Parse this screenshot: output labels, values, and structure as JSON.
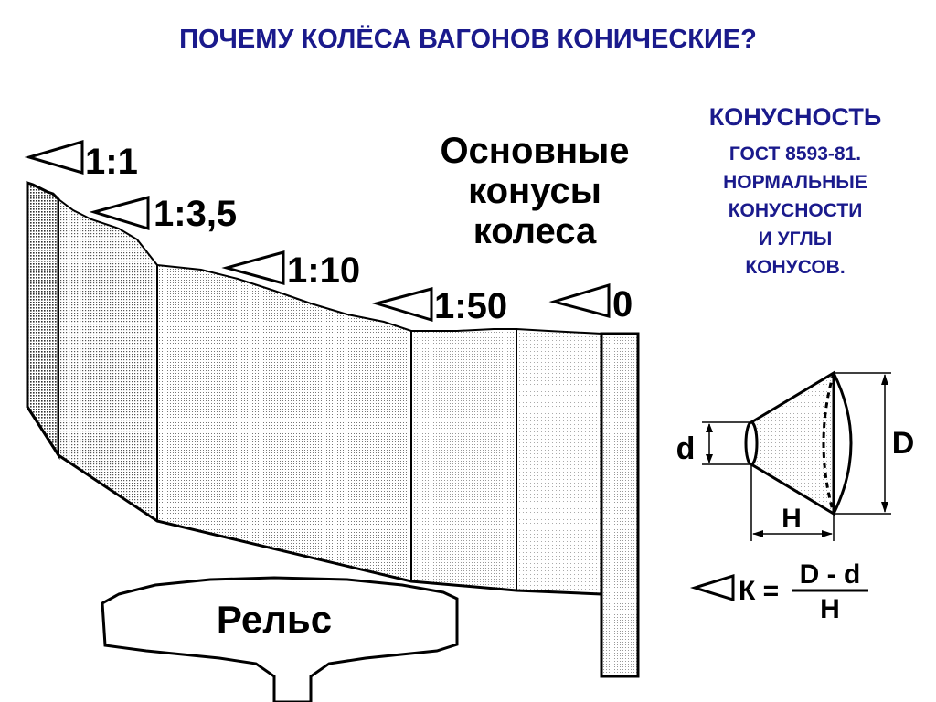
{
  "title": "ПОЧЕМУ  КОЛЁСА  ВАГОНОВ  КОНИЧЕСКИЕ?",
  "side_panel": {
    "heading": "КОНУСНОСТЬ",
    "lines": [
      "ГОСТ 8593-81.",
      "НОРМАЛЬНЫЕ",
      "КОНУСНОСТИ",
      "И УГЛЫ",
      "КОНУСОВ."
    ]
  },
  "cones_caption": [
    "Основные",
    "конусы",
    "колеса"
  ],
  "cone_labels": [
    "1:1",
    "1:3,5",
    "1:10",
    "1:50",
    "0"
  ],
  "rail_label": "Рельс",
  "cone_figure": {
    "d_label": "d",
    "D_label": "D",
    "H_label": "H",
    "formula_lhs": "К =",
    "numerator": "D - d",
    "denominator": "H"
  }
}
